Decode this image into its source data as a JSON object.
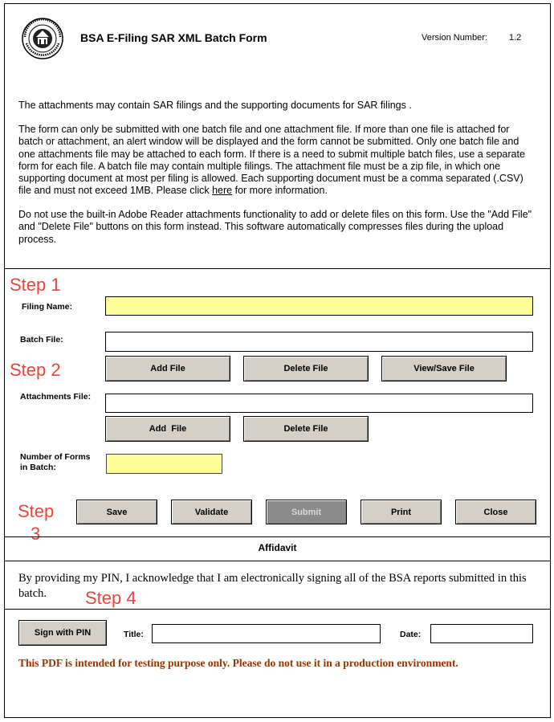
{
  "header": {
    "title": "BSA E-Filing SAR XML Batch Form",
    "version_label": "Version Number:",
    "version_value": "1.2",
    "seal_text": "FINANCIAL CRIMES ENFORCEMENT NETWORK"
  },
  "intro": {
    "p1": "The attachments may contain SAR filings and the supporting documents for SAR filings .",
    "p2_before_link": "The form can only be submitted with one batch file and one attachment file. If more than one file is attached for batch or attachment, an alert window will be displayed and the form cannot be submitted. Only one batch file and one attachments file may be attached to each form. If there is a need to submit multiple batch files, use a separate form for each file. A batch file may contain multiple filings. The attachment file must be a zip file, in which one supporting document at most per filing is allowed. Each supporting document must be a comma separated (.CSV) file and must not exceed 1MB. Please click ",
    "p2_link": "here",
    "p2_after_link": " for more information.",
    "p3": "Do not use the built-in Adobe Reader attachments functionality to add or delete files on this form. Use the \"Add File\" and \"Delete File\" buttons on this form instead. This software automatically compresses files during the upload process."
  },
  "steps": {
    "step1": "Step 1",
    "step2": "Step 2",
    "step3_line1": "Step",
    "step3_line2": "3",
    "step4": "Step 4"
  },
  "form": {
    "filing_name_label": "Filing Name:",
    "filing_name_value": "",
    "batch_file_label": "Batch File:",
    "batch_file_value": "",
    "batch_add_button": "Add File",
    "batch_delete_button": "Delete File",
    "batch_view_button": "View/Save File",
    "attachments_file_label": "Attachments File:",
    "attachments_file_value": "",
    "attach_add_button": "Add  File",
    "attach_delete_button": "Delete File",
    "num_forms_label_line1": "Number of Forms",
    "num_forms_label_line2": "in Batch:",
    "num_forms_value": ""
  },
  "actions": {
    "save": "Save",
    "validate": "Validate",
    "submit": "Submit",
    "print": "Print",
    "close": "Close"
  },
  "affidavit": {
    "heading": "Affidavit",
    "text": "By providing my PIN, I acknowledge that I am electronically signing all of the BSA reports submitted in this batch."
  },
  "signature": {
    "sign_button": "Sign with PIN",
    "title_label": "Title:",
    "title_value": "",
    "date_label": "Date:",
    "date_value": ""
  },
  "warning": "This PDF is intended for testing purpose only. Please do not use it in a production environment.",
  "colors": {
    "step_annotation": "#e8453c",
    "required_field": "#ffff99",
    "button_face": "#d4d0c8",
    "disabled_button": "#8a8a8a",
    "warning_text": "#993300"
  }
}
